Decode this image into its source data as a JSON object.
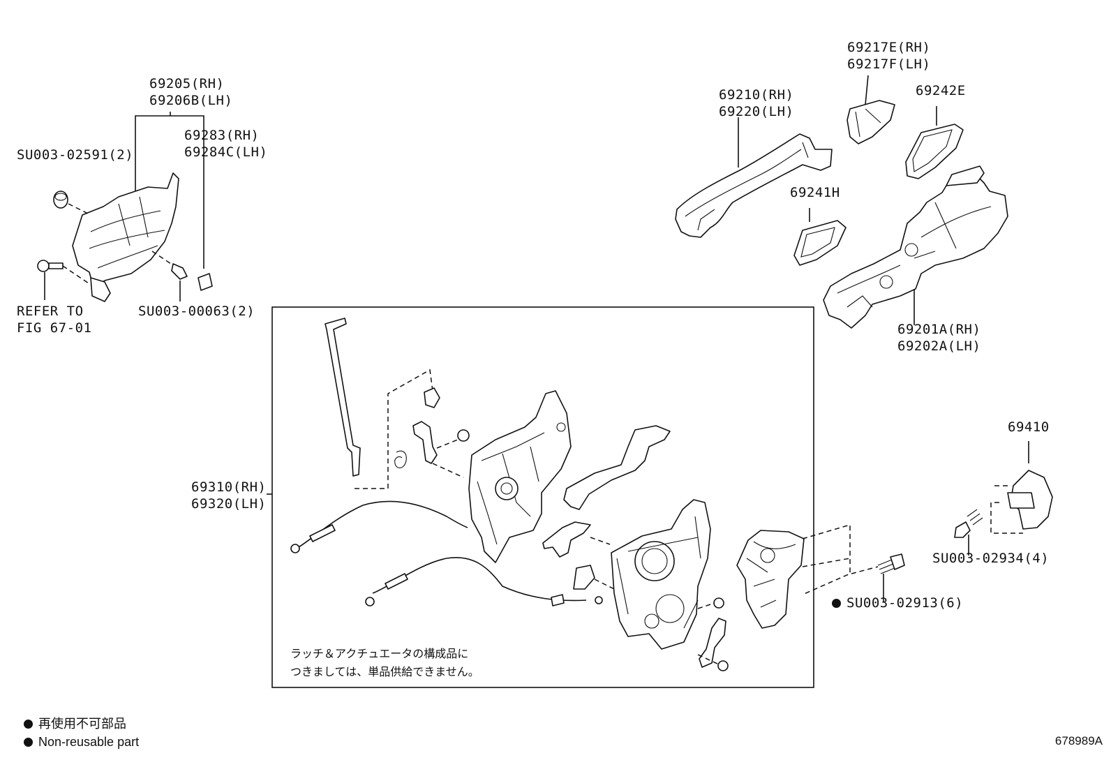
{
  "diagram_id": "678989A",
  "callouts": {
    "p69205": [
      "69205(RH)",
      "69206B(LH)"
    ],
    "p69283": [
      "69283(RH)",
      "69284C(LH)"
    ],
    "su02591": "SU003-02591(2)",
    "refer": [
      "REFER TO",
      "FIG 67-01"
    ],
    "su00063": "SU003-00063(2)",
    "p69217": [
      "69217E(RH)",
      "69217F(LH)"
    ],
    "p69242": "69242E",
    "p69210": [
      "69210(RH)",
      "69220(LH)"
    ],
    "p69241": "69241H",
    "p69201": [
      "69201A(RH)",
      "69202A(LH)"
    ],
    "p69410": "69410",
    "su02934": "SU003-02934(4)",
    "p69310": [
      "69310(RH)",
      "69320(LH)"
    ],
    "su02913": "SU003-02913(6)"
  },
  "box_note": [
    "ラッチ＆アクチュエータの構成品に",
    "つきましては、単品供給できません。"
  ],
  "legend": {
    "jp": "再使用不可部品",
    "en": "Non-reusable part"
  },
  "icons": {
    "non_reusable_marker": "filled-dot-icon"
  }
}
